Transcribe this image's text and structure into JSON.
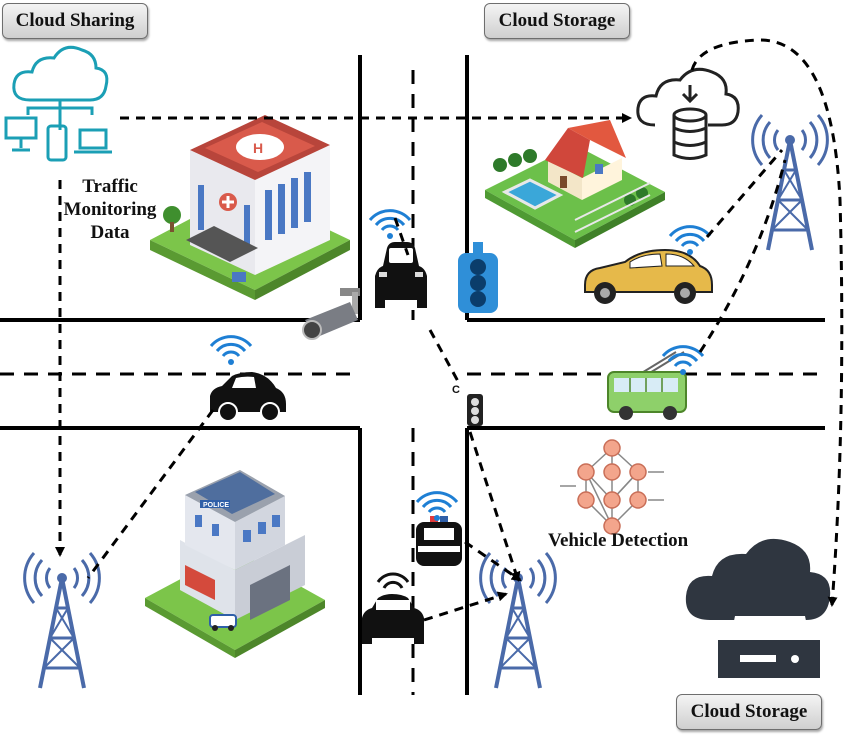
{
  "labels": {
    "cloud_sharing": "Cloud Sharing",
    "cloud_storage_top": "Cloud Storage",
    "cloud_storage_bottom": "Cloud Storage",
    "traffic_monitoring_data": "Traffic Monitoring Data",
    "vehicle_detection": "Vehicle Detection",
    "traffic_light_letter": "C"
  },
  "colors": {
    "road": "#000000",
    "tower": "#4a6aa9",
    "wifi": "#1e7fd4",
    "cloud_outline": "#1b9fb5",
    "cloud_dark": "#2f3640",
    "grass": "#6fbf3b",
    "neural_node": "#f3a58c"
  },
  "icons": [
    "cloud-network-icon",
    "hospital-building-icon",
    "house-icon",
    "cloud-database-icon",
    "cell-tower-icon",
    "police-station-icon",
    "neural-network-icon",
    "cloud-server-icon",
    "traffic-light-icon",
    "cctv-camera-icon",
    "car-icon",
    "police-car-icon",
    "trolleybus-icon",
    "taxi-car-icon",
    "wifi-icon"
  ]
}
